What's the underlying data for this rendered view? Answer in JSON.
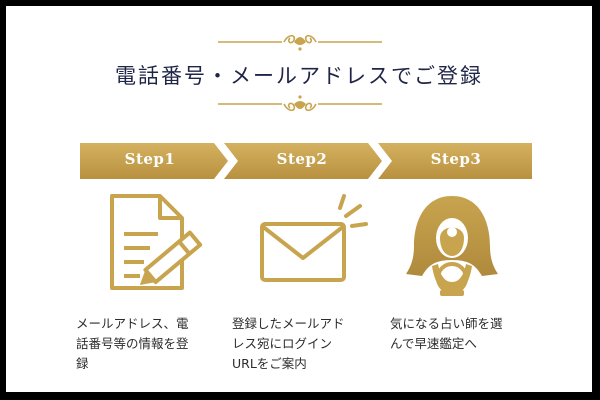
{
  "header": {
    "title": "電話番号・メールアドレスでご登録"
  },
  "steps": [
    {
      "label": "Step1",
      "icon": "document-pen-icon",
      "desc_lines": [
        "メールアドレス、電",
        "話番号等の情報を登",
        "録"
      ]
    },
    {
      "label": "Step2",
      "icon": "envelope-icon",
      "desc_lines": [
        "登録したメールアド",
        "レス宛にログイン",
        "URLをご案内"
      ]
    },
    {
      "label": "Step3",
      "icon": "fortune-teller-icon",
      "desc_lines": [
        "気になる占い師を選",
        "んで早速鑑定へ"
      ]
    }
  ],
  "colors": {
    "gold": "#c8a44f",
    "gold_dark": "#a8843a",
    "title": "#1f2547",
    "text": "#2c2c2c",
    "frame": "#000000"
  }
}
